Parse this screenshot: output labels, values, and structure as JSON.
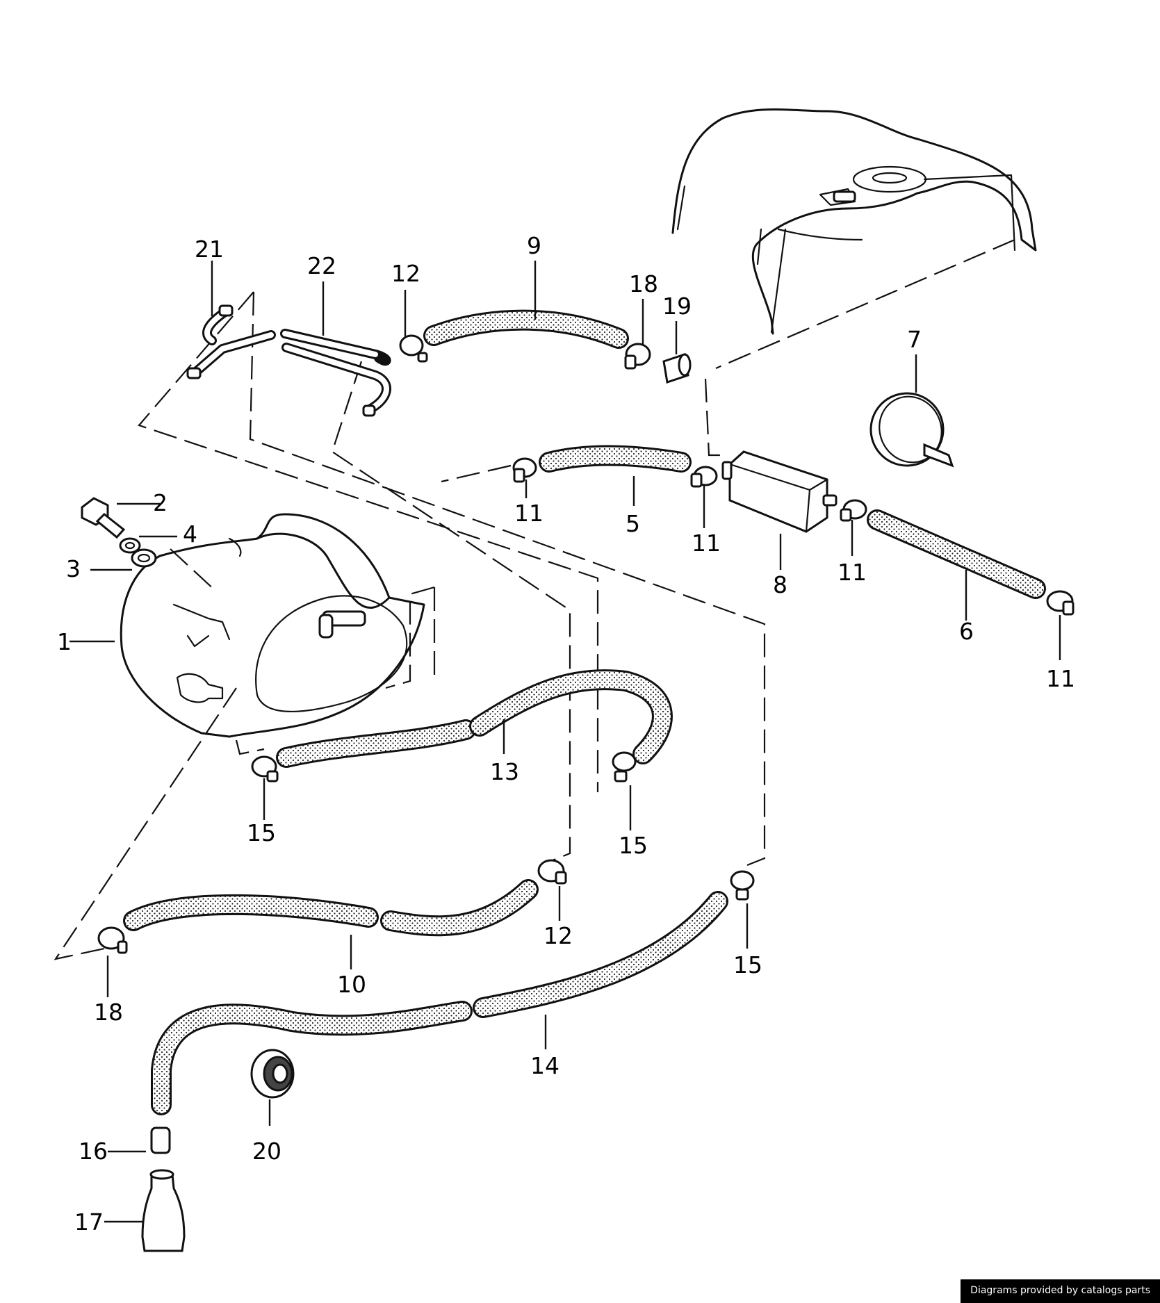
{
  "credit": "Diagrams provided by catalogs parts",
  "part_labels": [
    "21",
    "22",
    "12",
    "9",
    "18",
    "19",
    "7",
    "11",
    "5",
    "11",
    "8",
    "11",
    "6",
    "11",
    "2",
    "4",
    "3",
    "1",
    "13",
    "15",
    "15",
    "12",
    "15",
    "10",
    "18",
    "14",
    "16",
    "20",
    "17"
  ]
}
